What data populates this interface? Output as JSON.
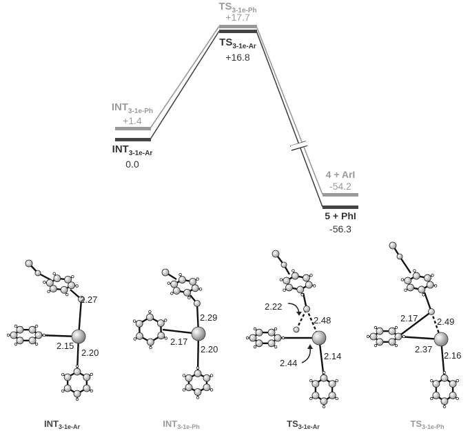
{
  "energy_profile": {
    "states": [
      {
        "id": "int-ar",
        "name": "INT",
        "sub": "3-1e-Ar",
        "energy": "0.0",
        "level": 0.0,
        "color": "#444444"
      },
      {
        "id": "int-ph",
        "name": "INT",
        "sub": "3-1e-Ph",
        "energy": "+1.4",
        "level": 1.4,
        "color": "#999999"
      },
      {
        "id": "ts-ar",
        "name": "TS",
        "sub": "3-1e-Ar",
        "energy": "+16.8",
        "level": 16.8,
        "color": "#444444"
      },
      {
        "id": "ts-ph",
        "name": "TS",
        "sub": "3-1e-Ph",
        "energy": "+17.7",
        "level": 17.7,
        "color": "#999999"
      },
      {
        "id": "prod-4",
        "name": "4 + ArI",
        "sub": "",
        "energy": "-54.2",
        "level": -54.2,
        "color": "#999999"
      },
      {
        "id": "prod-5",
        "name": "5 + PhI",
        "sub": "",
        "energy": "-56.3",
        "level": -56.3,
        "color": "#444444"
      }
    ]
  },
  "structures": [
    {
      "id": "s1",
      "name": "INT",
      "sub": "3-1e-Ar",
      "color": "#444444",
      "distances": [
        "2.27",
        "2.15",
        "2.20"
      ]
    },
    {
      "id": "s2",
      "name": "INT",
      "sub": "3-1e-Ph",
      "color": "#999999",
      "distances": [
        "2.29",
        "2.17",
        "2.20"
      ]
    },
    {
      "id": "s3",
      "name": "TS",
      "sub": "3-1e-Ar",
      "color": "#444444",
      "distances": [
        "2.22",
        "2.48",
        "2.44",
        "2.14"
      ]
    },
    {
      "id": "s4",
      "name": "TS",
      "sub": "3-1e-Ph",
      "color": "#999999",
      "distances": [
        "2.17",
        "2.49",
        "2.37",
        "2.16"
      ]
    }
  ]
}
